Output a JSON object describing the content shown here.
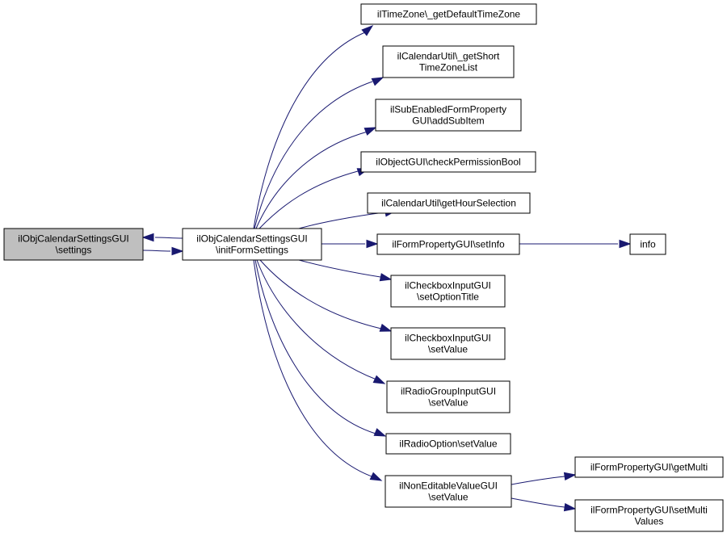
{
  "nodes": [
    {
      "id": "settings",
      "lines": [
        "ilObjCalendarSettingsGUI",
        "\\settings"
      ],
      "focus": true
    },
    {
      "id": "initFormSettings",
      "lines": [
        "ilObjCalendarSettingsGUI",
        "\\initFormSettings"
      ]
    },
    {
      "id": "getDefaultTimeZone",
      "lines": [
        "ilTimeZone\\_getDefaultTimeZone"
      ]
    },
    {
      "id": "getShortTimeZoneList",
      "lines": [
        "ilCalendarUtil\\_getShort",
        "TimeZoneList"
      ]
    },
    {
      "id": "addSubItem",
      "lines": [
        "ilSubEnabledFormProperty",
        "GUI\\addSubItem"
      ]
    },
    {
      "id": "checkPermissionBool",
      "lines": [
        "ilObjectGUI\\checkPermissionBool"
      ]
    },
    {
      "id": "getHourSelection",
      "lines": [
        "ilCalendarUtil\\getHourSelection"
      ]
    },
    {
      "id": "setInfo",
      "lines": [
        "ilFormPropertyGUI\\setInfo"
      ]
    },
    {
      "id": "info",
      "lines": [
        "info"
      ]
    },
    {
      "id": "setOptionTitle",
      "lines": [
        "ilCheckboxInputGUI",
        "\\setOptionTitle"
      ]
    },
    {
      "id": "checkboxSetValue",
      "lines": [
        "ilCheckboxInputGUI",
        "\\setValue"
      ]
    },
    {
      "id": "radioGroupSetValue",
      "lines": [
        "ilRadioGroupInputGUI",
        "\\setValue"
      ]
    },
    {
      "id": "radioOptionSetValue",
      "lines": [
        "ilRadioOption\\setValue"
      ]
    },
    {
      "id": "nonEditableSetValue",
      "lines": [
        "ilNonEditableValueGUI",
        "\\setValue"
      ]
    },
    {
      "id": "getMulti",
      "lines": [
        "ilFormPropertyGUI\\getMulti"
      ]
    },
    {
      "id": "setMultiValues",
      "lines": [
        "ilFormPropertyGUI\\setMulti",
        "Values"
      ]
    }
  ],
  "edges": [
    {
      "from": "settings",
      "to": "initFormSettings"
    },
    {
      "from": "initFormSettings",
      "to": "settings"
    },
    {
      "from": "initFormSettings",
      "to": "getDefaultTimeZone"
    },
    {
      "from": "initFormSettings",
      "to": "getShortTimeZoneList"
    },
    {
      "from": "initFormSettings",
      "to": "addSubItem"
    },
    {
      "from": "initFormSettings",
      "to": "checkPermissionBool"
    },
    {
      "from": "initFormSettings",
      "to": "getHourSelection"
    },
    {
      "from": "initFormSettings",
      "to": "setInfo"
    },
    {
      "from": "setInfo",
      "to": "info"
    },
    {
      "from": "initFormSettings",
      "to": "setOptionTitle"
    },
    {
      "from": "initFormSettings",
      "to": "checkboxSetValue"
    },
    {
      "from": "initFormSettings",
      "to": "radioGroupSetValue"
    },
    {
      "from": "initFormSettings",
      "to": "radioOptionSetValue"
    },
    {
      "from": "initFormSettings",
      "to": "nonEditableSetValue"
    },
    {
      "from": "nonEditableSetValue",
      "to": "getMulti"
    },
    {
      "from": "nonEditableSetValue",
      "to": "setMultiValues"
    }
  ],
  "colors": {
    "edge": "#191970",
    "focus_fill": "#bfbfbf",
    "box_fill": "#ffffff",
    "border": "#000000"
  }
}
